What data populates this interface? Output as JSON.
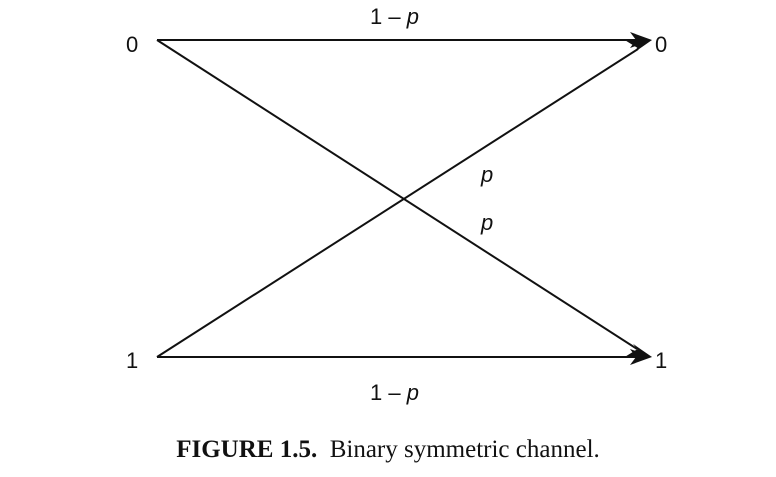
{
  "diagram": {
    "inputs": {
      "top": "0",
      "bottom": "1"
    },
    "outputs": {
      "top": "0",
      "bottom": "1"
    },
    "edges": {
      "top_straight": {
        "prefix": "1 – ",
        "symbol": "p"
      },
      "bottom_straight": {
        "prefix": "1 – ",
        "symbol": "p"
      },
      "cross_upper": {
        "symbol": "p"
      },
      "cross_lower": {
        "symbol": "p"
      }
    }
  },
  "caption": {
    "label": "FIGURE 1.5.",
    "text": "Binary symmetric channel."
  }
}
